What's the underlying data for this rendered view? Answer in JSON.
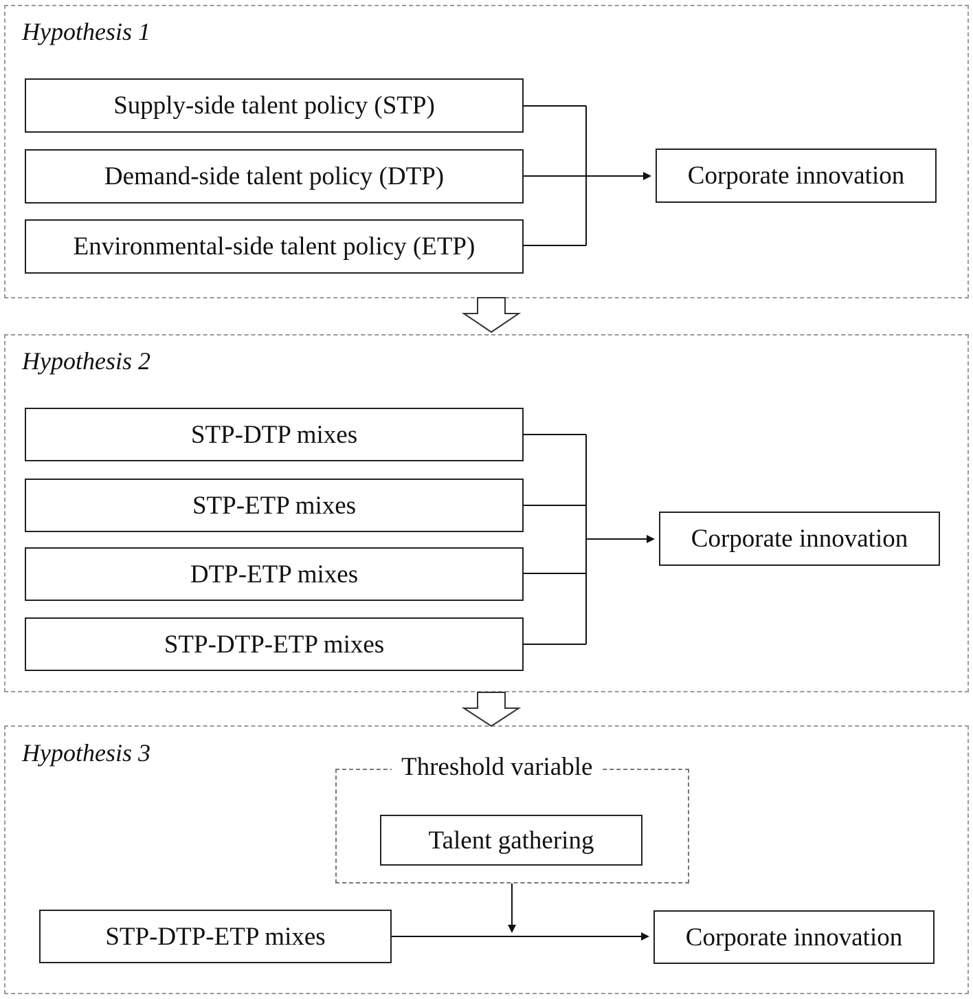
{
  "hypothesis1": {
    "title": "Hypothesis 1",
    "policies": [
      "Supply-side talent policy (STP)",
      "Demand-side talent policy (DTP)",
      "Environmental-side talent policy (ETP)"
    ],
    "outcome": "Corporate innovation"
  },
  "hypothesis2": {
    "title": "Hypothesis 2",
    "mixes": [
      "STP-DTP mixes",
      "STP-ETP mixes",
      "DTP-ETP mixes",
      "STP-DTP-ETP mixes"
    ],
    "outcome": "Corporate innovation"
  },
  "hypothesis3": {
    "title": "Hypothesis 3",
    "threshold_label": "Threshold variable",
    "threshold_item": "Talent gathering",
    "input": "STP-DTP-ETP mixes",
    "outcome": "Corporate innovation"
  }
}
